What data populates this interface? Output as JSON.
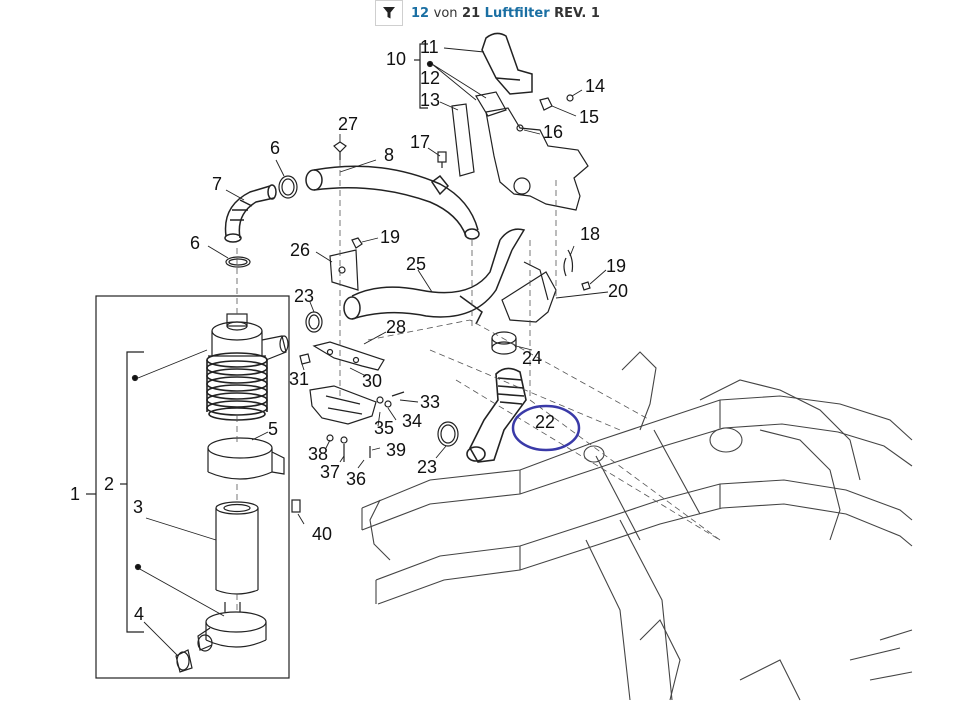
{
  "toolbar": {
    "filter_icon": "filter-funnel-icon",
    "current": "12",
    "of_word": "von",
    "total": "21",
    "category": "Luftfilter",
    "revision": "REV. 1"
  },
  "diagram": {
    "callouts": [
      "1",
      "2",
      "3",
      "4",
      "5",
      "6",
      "6",
      "7",
      "8",
      "10",
      "11",
      "12",
      "12",
      "13",
      "14",
      "15",
      "16",
      "17",
      "18",
      "19",
      "19",
      "19",
      "20",
      "22",
      "23",
      "23",
      "24",
      "25",
      "26",
      "27",
      "28",
      "30",
      "31",
      "33",
      "34",
      "35",
      "36",
      "37",
      "38",
      "39",
      "40"
    ],
    "highlight_color": "#3a3aa8",
    "highlighted_part": "22"
  }
}
